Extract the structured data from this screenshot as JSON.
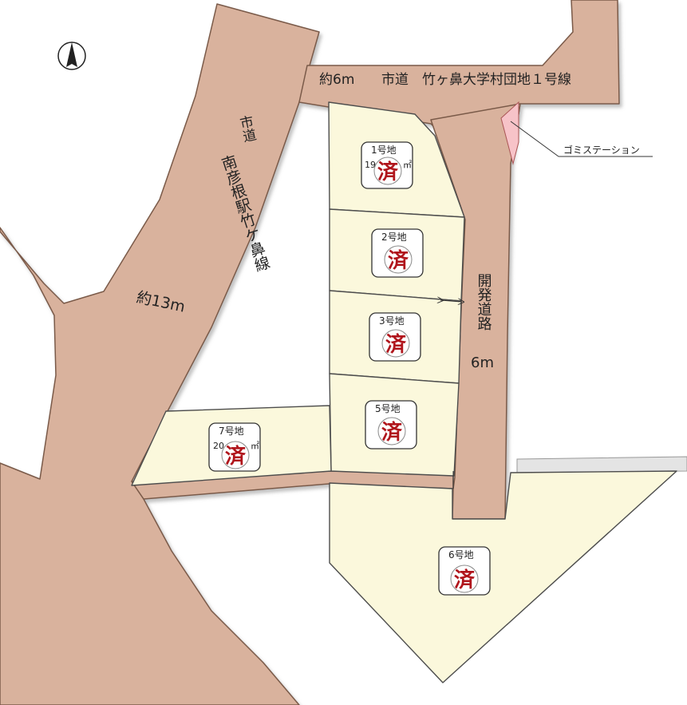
{
  "roads": {
    "top_road": {
      "width": "約6m",
      "name": "市道　竹ヶ鼻大学村団地１号線"
    },
    "left_road": {
      "label_top": "市道",
      "label_body": "南彦根駅竹ケ鼻線",
      "width": "約13m"
    },
    "dev_road": {
      "name": "開発道路",
      "width": "6m"
    }
  },
  "facility": {
    "garbage_station": "ゴミステーション"
  },
  "lots": [
    {
      "id": "lot-1",
      "name": "1号地",
      "area_partial": "19",
      "unit": "㎡",
      "status": "済"
    },
    {
      "id": "lot-2",
      "name": "2号地",
      "status": "済"
    },
    {
      "id": "lot-3",
      "name": "3号地",
      "status": "済"
    },
    {
      "id": "lot-5",
      "name": "5号地",
      "status": "済"
    },
    {
      "id": "lot-7",
      "name": "7号地",
      "area_partial": "20",
      "unit": "㎡",
      "status": "済"
    },
    {
      "id": "lot-6",
      "name": "6号地",
      "status": "済"
    }
  ],
  "compass": {
    "icon": "north-arrow-icon"
  },
  "colors": {
    "road": "#d9b29d",
    "lot": "#fbf8dc",
    "sold_mark": "#b0151c",
    "garbage_station": "#f7c3c8"
  }
}
